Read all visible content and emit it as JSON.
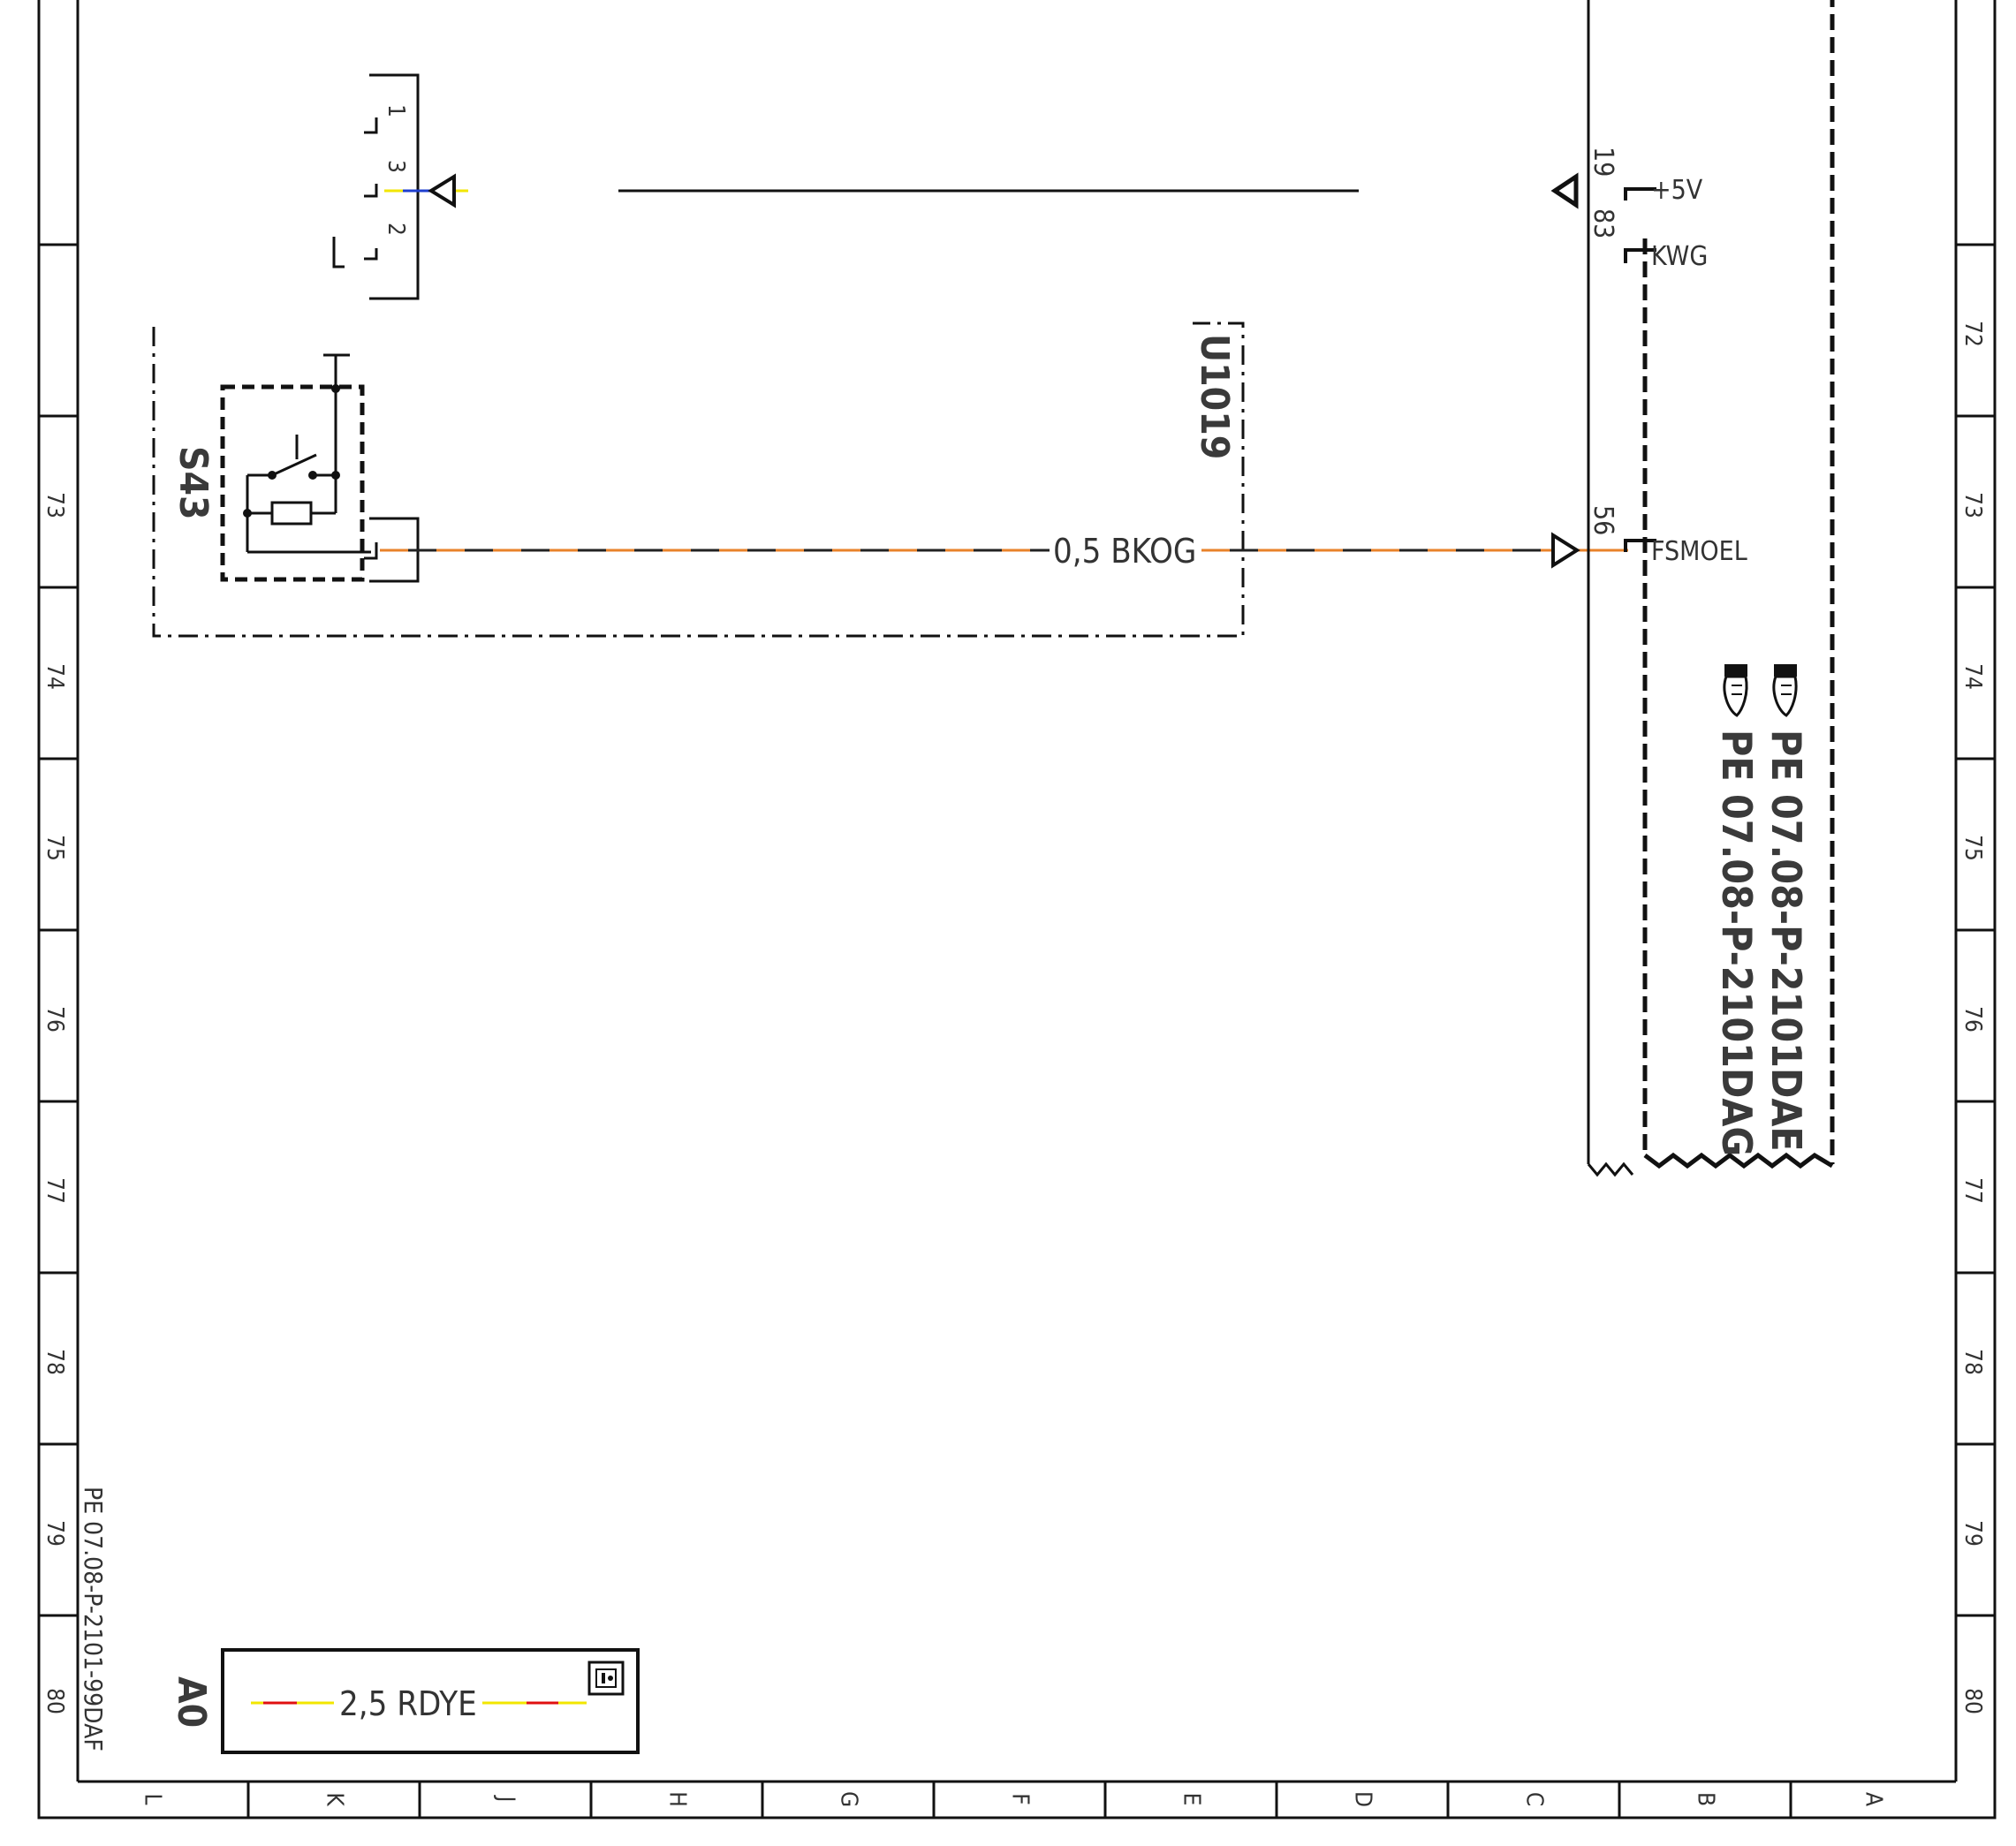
{
  "sheet_ref": "PE 07.08-P-2101-99DAF",
  "row_numbers": [
    "72",
    "73",
    "74",
    "75",
    "76",
    "77",
    "78",
    "79",
    "80"
  ],
  "column_letters": [
    "L",
    "K",
    "J",
    "H",
    "G",
    "F",
    "E",
    "D",
    "C",
    "B",
    "A"
  ],
  "components": {
    "switch": "S43",
    "module": "U1019"
  },
  "connector_top": {
    "pins": [
      "1",
      "3",
      "2"
    ]
  },
  "control_unit": {
    "pins": [
      {
        "number": "19",
        "label": "+5V"
      },
      {
        "number": "83",
        "label": "KWG"
      },
      {
        "number": "56",
        "label": "FSMOEL"
      }
    ],
    "refs": [
      "PE 07.08-P-2101DAE",
      "PE 07.08-P-2101DAG"
    ]
  },
  "wire": {
    "label": "0,5 BKOG",
    "colors": [
      "#222222",
      "#e8822a"
    ]
  },
  "legend": {
    "tag": "A0",
    "sample_label": "2,5 RDYE",
    "sample_colors": [
      "#e01010",
      "#f2e600"
    ],
    "info_icon": "info-icon"
  },
  "colors": {
    "line": "#111111",
    "text": "#333333",
    "blue": "#1f3fd0",
    "yellow": "#f2e600",
    "orange": "#e8822a"
  }
}
